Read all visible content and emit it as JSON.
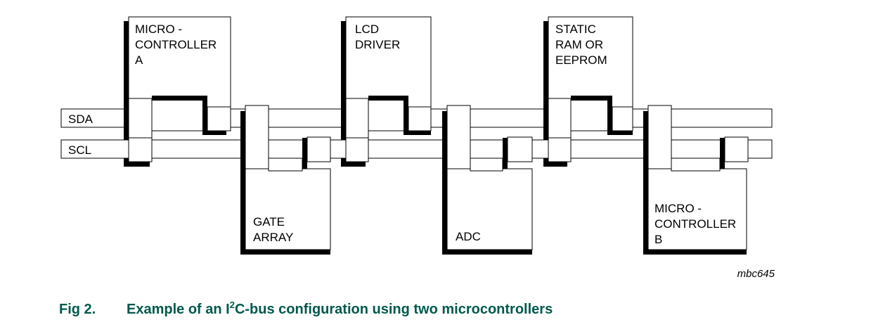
{
  "colors": {
    "accent": "#00594c",
    "line": "#000000",
    "fill": "#ffffff"
  },
  "bus": {
    "sda_label": "SDA",
    "scl_label": "SCL"
  },
  "devices": {
    "micro_a": {
      "line1": "MICRO -",
      "line2": "CONTROLLER",
      "line3": "A"
    },
    "lcd": {
      "line1": "LCD",
      "line2": "DRIVER"
    },
    "sram": {
      "line1": "STATIC",
      "line2": "RAM OR",
      "line3": "EEPROM"
    },
    "gate_array": {
      "line1": "GATE",
      "line2": "ARRAY"
    },
    "adc": {
      "line1": "ADC"
    },
    "micro_b": {
      "line1": "MICRO -",
      "line2": "CONTROLLER",
      "line3": "B"
    }
  },
  "reference": "mbc645",
  "caption": {
    "number": "Fig 2.",
    "title_pre": "Example of an I",
    "title_sup": "2",
    "title_post": "C-bus configuration using two microcontrollers"
  }
}
